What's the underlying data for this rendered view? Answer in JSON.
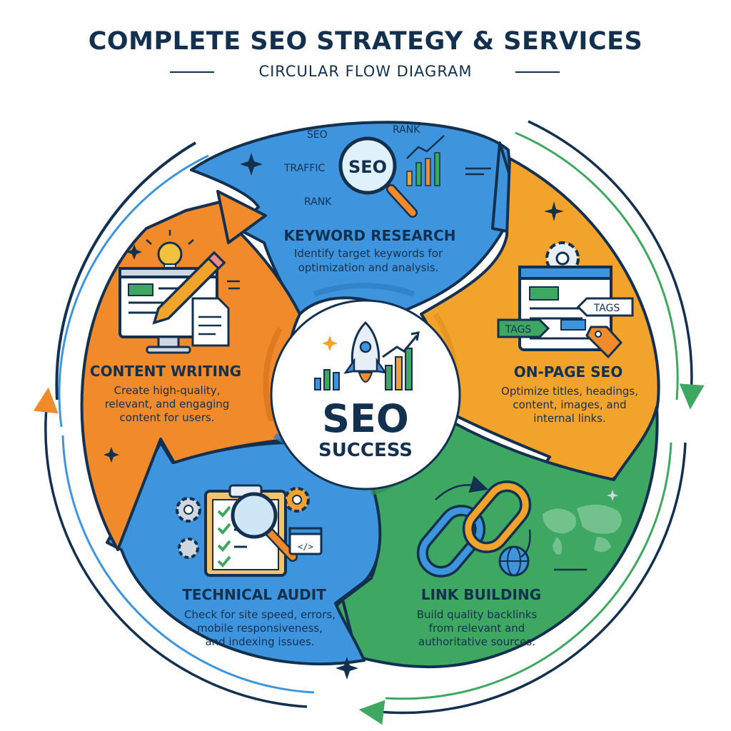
{
  "title": "COMPLETE SEO STRATEGY & SERVICES",
  "subtitle": "CIRCULAR FLOW DIAGRAM",
  "center": {
    "line1": "SEO",
    "line2": "SUCCESS"
  },
  "steps": [
    {
      "title": "KEYWORD RESEARCH",
      "desc": [
        "Identify target keywords for",
        "optimization and analysis."
      ],
      "color": "#3f95dd",
      "labels": {
        "seo": "SEO",
        "rank_top": "RANK",
        "traffic": "TRAFFIC",
        "rank_bottom": "RANK",
        "lens": "SEO"
      }
    },
    {
      "title": "ON-PAGE SEO",
      "desc": [
        "Optimize titles, headings,",
        "content, images, and",
        "internal links."
      ],
      "color": "#f2a32c",
      "labels": {
        "tag_right": "TAGS",
        "tag_left": "TAGS"
      }
    },
    {
      "title": "LINK BUILDING",
      "desc": [
        "Build quality backlinks",
        "from relevant and",
        "authoritative sources."
      ],
      "color": "#3ea862"
    },
    {
      "title": "TECHNICAL AUDIT",
      "desc": [
        "Check for site speed, errors,",
        "mobile responsiveness,",
        "and indexing issues."
      ],
      "color": "#3f95dd"
    },
    {
      "title": "CONTENT WRITING",
      "desc": [
        "Create high-quality,",
        "relevant, and engaging",
        "content for users."
      ],
      "color": "#f08a2a"
    }
  ],
  "colors": {
    "navy": "#13314f",
    "blue": "#3f95dd",
    "orange": "#f08a2a",
    "yellow": "#f2a32c",
    "green": "#3ea862"
  },
  "icons": [
    "magnifier-icon",
    "bar-chart-icon",
    "webpage-icon",
    "gear-icon",
    "tag-icon",
    "chain-link-icon",
    "globe-icon",
    "world-map-icon",
    "clipboard-checklist-icon",
    "code-window-icon",
    "monitor-icon",
    "lightbulb-icon",
    "pencil-icon",
    "document-icon",
    "rocket-icon",
    "sparkle-icon"
  ]
}
